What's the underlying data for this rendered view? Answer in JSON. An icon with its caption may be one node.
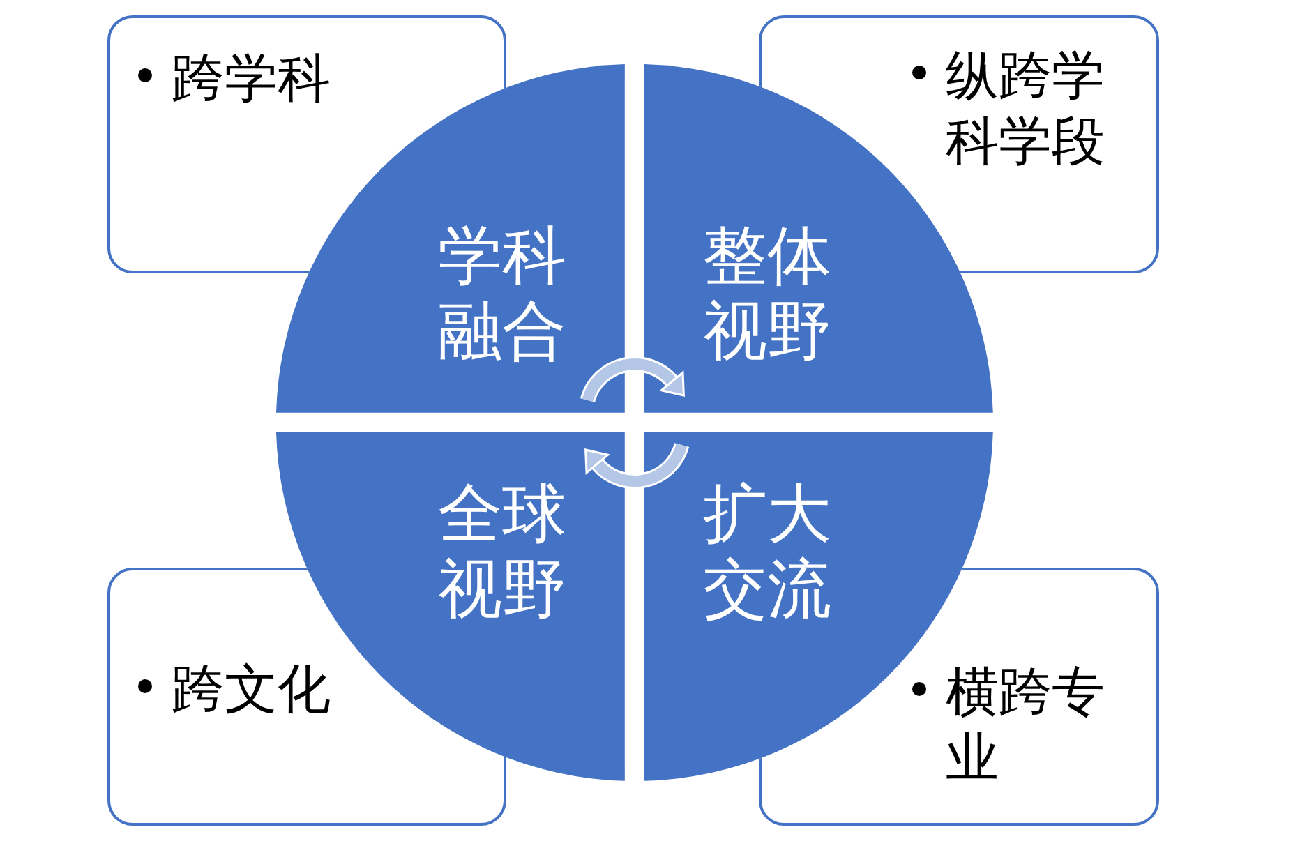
{
  "diagram": {
    "nodes": [
      {
        "text": [
          "跨学科"
        ]
      },
      {
        "text": [
          "纵跨学科学段"
        ]
      },
      {
        "text": [
          "学科融合"
        ]
      },
      {
        "text": [
          "整体视野"
        ]
      },
      {
        "text": [
          "全球视野"
        ]
      },
      {
        "text": [
          "扩大交流"
        ]
      },
      {
        "text": [
          "跨文化"
        ]
      },
      {
        "text": [
          "横跨专业"
        ]
      }
    ],
    "edges": [
      {
        "from": 2,
        "to": 3,
        "arrow": "to"
      },
      {
        "from": 5,
        "to": 4,
        "arrow": "to"
      }
    ]
  }
}
